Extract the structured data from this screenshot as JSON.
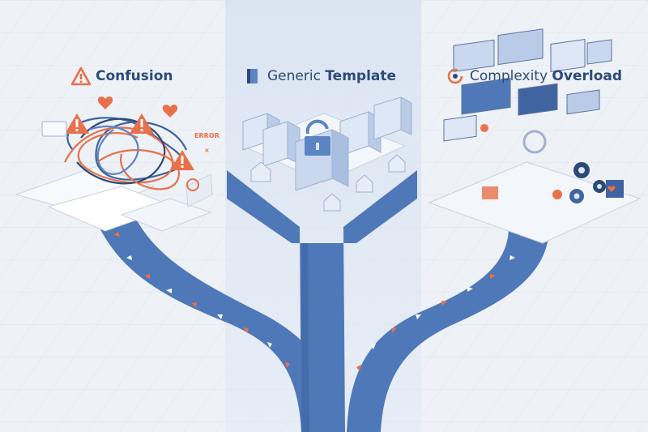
{
  "columns": [
    {
      "key": "left",
      "icon": "warning-triangle-icon",
      "title_plain": "",
      "title_bold": "Confusion"
    },
    {
      "key": "mid",
      "icon": "template-page-icon",
      "title_plain": "Generic ",
      "title_bold": "Template"
    },
    {
      "key": "right",
      "icon": "circular-arrow-icon",
      "title_plain": "Complexity ",
      "title_bold": "Overload"
    }
  ],
  "annotations": {
    "error_text": "ERROR"
  },
  "colors": {
    "road": "#4f78b8",
    "road_dark": "#3f64a0",
    "orange": "#e8704a",
    "navy": "#2c4a78",
    "panel": "#dfe8f4"
  }
}
